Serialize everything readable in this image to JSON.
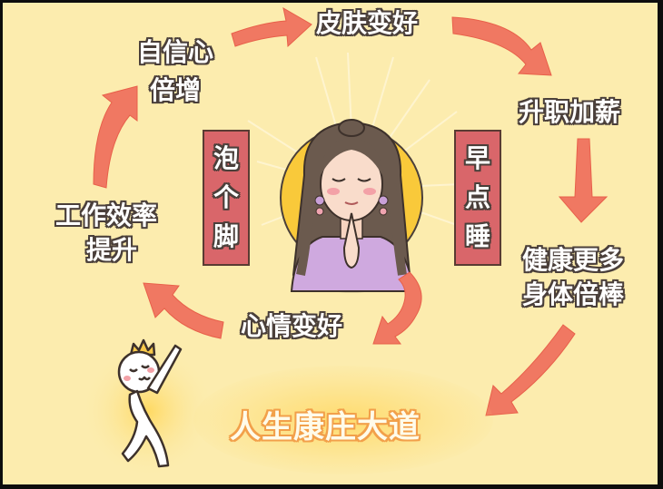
{
  "cycle": {
    "steps": [
      {
        "id": "skin",
        "label": "皮肤变好"
      },
      {
        "id": "promotion",
        "label": "升职加薪"
      },
      {
        "id": "health_line1",
        "label": "健康更多"
      },
      {
        "id": "health_line2",
        "label": "身体倍棒"
      },
      {
        "id": "mood",
        "label": "心情变好"
      },
      {
        "id": "work_line1",
        "label": "工作效率"
      },
      {
        "id": "work_line2",
        "label": "提升"
      },
      {
        "id": "confidence_line1",
        "label": "自信心"
      },
      {
        "id": "confidence_line2",
        "label": "倍增"
      }
    ]
  },
  "banners": {
    "left": {
      "chars": [
        "泡",
        "个",
        "脚"
      ],
      "text": "泡个脚"
    },
    "right": {
      "chars": [
        "早",
        "点",
        "睡"
      ],
      "text": "早点睡"
    }
  },
  "tagline": "人生康庄大道",
  "illustrations": {
    "center": "praying-woman-with-halo",
    "bottom_left": "dancing-stick-figure-with-crown"
  },
  "colors": {
    "background": "#fcecae",
    "arrow": "#f07862",
    "banner": "#d9666a",
    "outline": "#4a3f3a",
    "halo": "#f9c93a",
    "tagline_outline": "#f2a04a"
  }
}
